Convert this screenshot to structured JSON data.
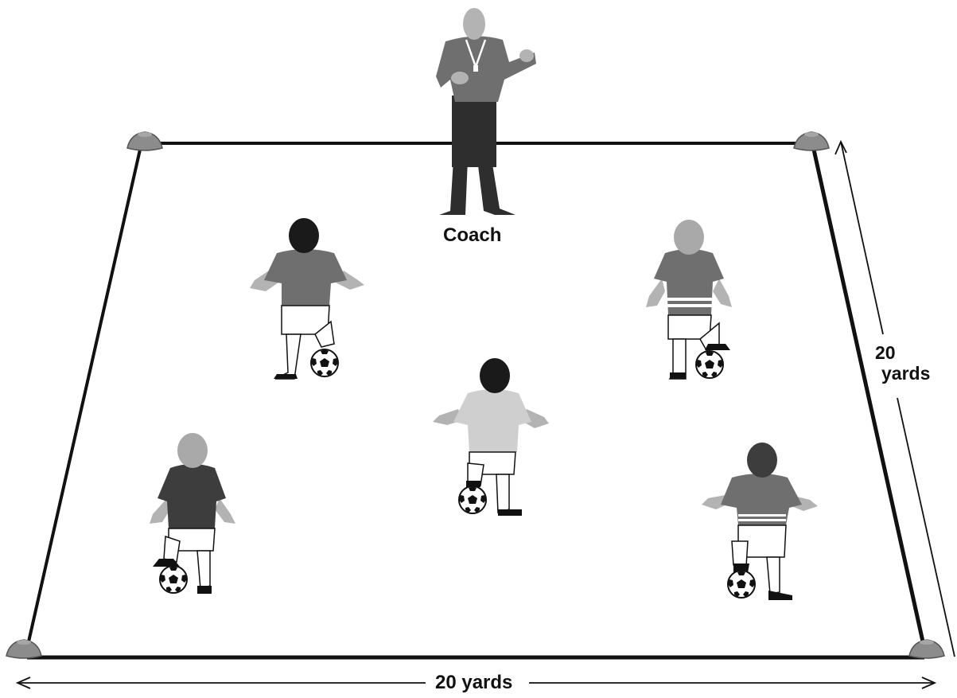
{
  "labels": {
    "coach": "Coach",
    "side_value": "20",
    "side_unit": "yards",
    "bottom": "20 yards"
  },
  "colors": {
    "line": "#111111",
    "cone": "#8c8c8c",
    "skin": "#b3b3b3",
    "shirt_dark": "#3d3d3d",
    "shirt_mid": "#6f6f6f",
    "shirt_light": "#cfcfcf",
    "hair_dark": "#1a1a1a",
    "hair_light": "#a9a9a9",
    "pants": "#2e2e2e"
  }
}
